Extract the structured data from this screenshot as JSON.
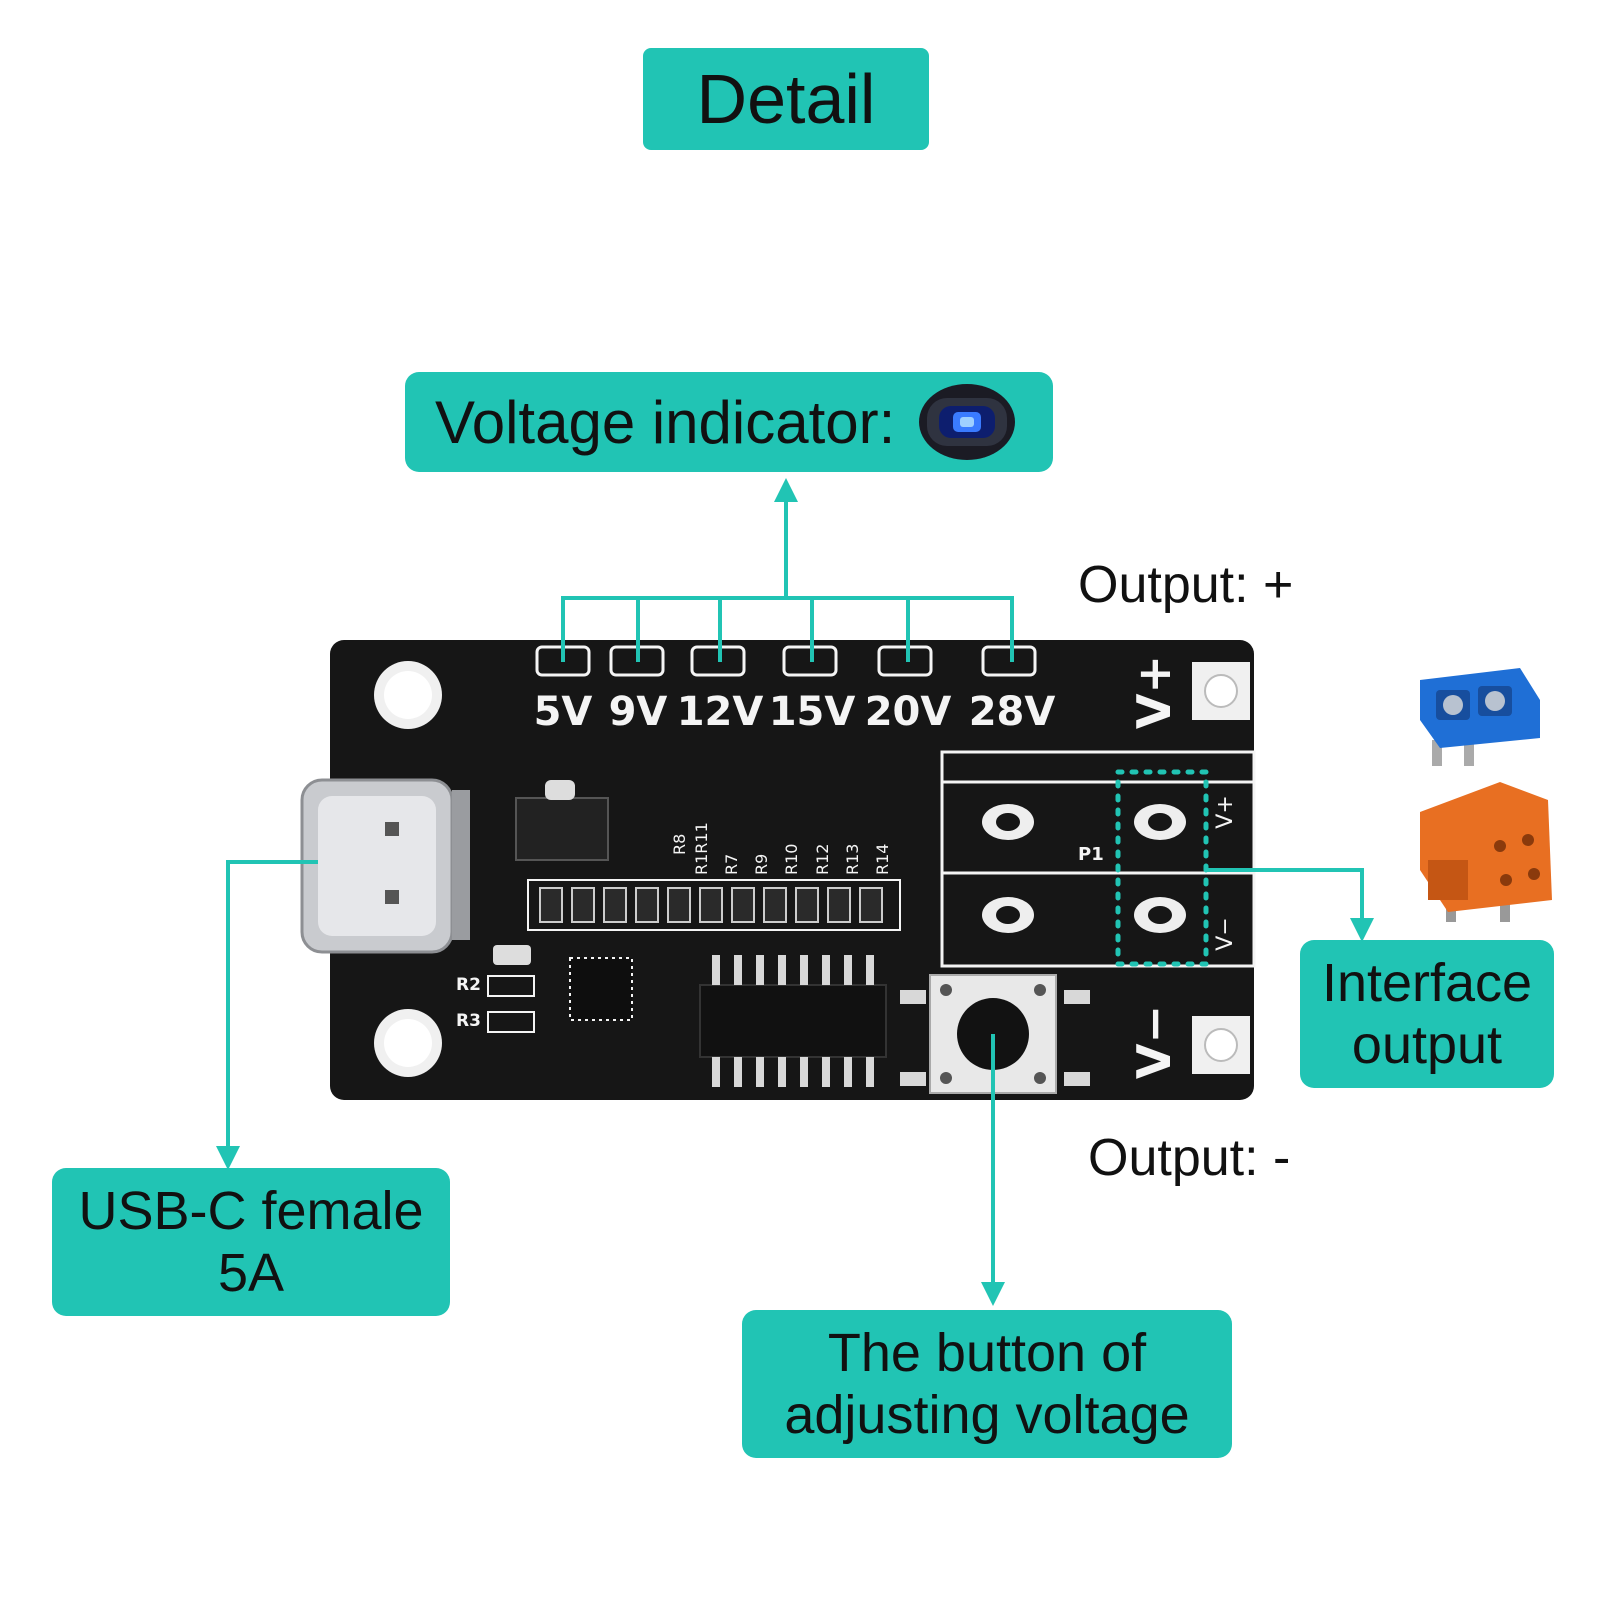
{
  "title": "Detail",
  "callouts": {
    "voltage_indicator": "Voltage indicator:",
    "interface_output": [
      "Interface",
      "output"
    ],
    "usb_c": [
      "USB-C female",
      "5A"
    ],
    "button": [
      "The button of",
      "adjusting voltage"
    ]
  },
  "outputs": {
    "positive": "Output: +",
    "negative": "Output: -"
  },
  "board": {
    "voltage_labels": [
      "5V",
      "9V",
      "12V",
      "15V",
      "20V",
      "28V"
    ],
    "v_plus": "V+",
    "v_minus": "V−",
    "p1": "P1",
    "small_v_plus": "V+",
    "small_v_minus": "V−",
    "r2": "R2",
    "r3": "R3",
    "resistors": [
      "R8",
      "R1R11",
      "R7",
      "R9",
      "R10",
      "R12",
      "R13",
      "R14"
    ]
  },
  "colors": {
    "accent": "#21c4b4",
    "board": "#161616",
    "silkscreen": "#f4f4f4",
    "led_blue": "#3a7bff",
    "terminal_blue": "#1f6fd6",
    "terminal_orange": "#e86f22"
  },
  "icons": [
    "led-indicator-icon",
    "blue-screw-terminal-icon",
    "orange-spring-terminal-icon"
  ]
}
